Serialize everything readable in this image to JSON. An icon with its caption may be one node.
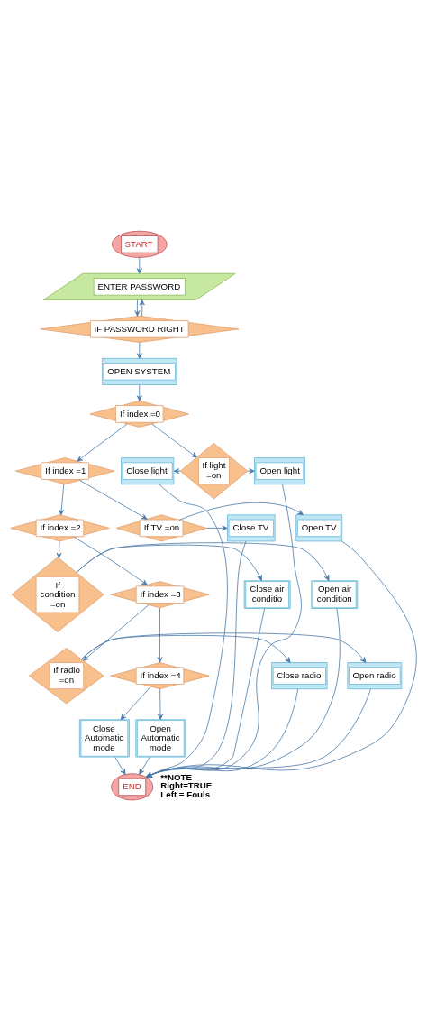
{
  "diagram": {
    "nodes": [
      {
        "text": [
          "START"
        ]
      },
      {
        "text": [
          "ENTER PASSWORD"
        ]
      },
      {
        "text": [
          "IF PASSWORD RIGHT"
        ]
      },
      {
        "text": [
          "OPEN SYSTEM"
        ]
      },
      {
        "text": [
          "If index =0"
        ]
      },
      {
        "text": [
          "Close light"
        ]
      },
      {
        "text": [
          "If light =on"
        ]
      },
      {
        "text": [
          "Open light"
        ]
      },
      {
        "text": [
          "If index =1"
        ]
      },
      {
        "text": [
          "Close TV"
        ]
      },
      {
        "text": [
          "If TV =on"
        ]
      },
      {
        "text": [
          "Open TV"
        ]
      },
      {
        "text": [
          "If index =2"
        ]
      },
      {
        "text": [
          "Close air conditio"
        ]
      },
      {
        "text": [
          "If condition =on"
        ]
      },
      {
        "text": [
          "Open air condition"
        ]
      },
      {
        "text": [
          "If index =3"
        ]
      },
      {
        "text": [
          "Close radio"
        ]
      },
      {
        "text": [
          "If radio =on"
        ]
      },
      {
        "text": [
          "Open radio"
        ]
      },
      {
        "text": [
          "If index =4"
        ]
      },
      {
        "text": [
          "Close Automatic mode"
        ]
      },
      {
        "text": [
          "Open Automatic mode"
        ]
      },
      {
        "text": [
          "END"
        ]
      }
    ],
    "edges": [
      {
        "from": 0,
        "to": 1,
        "arrow": "to"
      },
      {
        "from": 1,
        "to": 2,
        "arrow": "to"
      },
      {
        "from": 2,
        "to": 1,
        "arrow": "to"
      },
      {
        "from": 2,
        "to": 3,
        "arrow": "to"
      },
      {
        "from": 3,
        "to": 4,
        "arrow": "to"
      },
      {
        "from": 4,
        "to": 6,
        "arrow": "to"
      },
      {
        "from": 4,
        "to": 8,
        "arrow": "to"
      },
      {
        "from": 6,
        "to": 5,
        "arrow": "to"
      },
      {
        "from": 6,
        "to": 7,
        "arrow": "to"
      },
      {
        "from": 8,
        "to": 10,
        "arrow": "to"
      },
      {
        "from": 8,
        "to": 12,
        "arrow": "to"
      },
      {
        "from": 10,
        "to": 9,
        "arrow": "to"
      },
      {
        "from": 10,
        "to": 11,
        "arrow": "to"
      },
      {
        "from": 12,
        "to": 14,
        "arrow": "to"
      },
      {
        "from": 12,
        "to": 16,
        "arrow": "to"
      },
      {
        "from": 14,
        "to": 13,
        "arrow": "to"
      },
      {
        "from": 14,
        "to": 15,
        "arrow": "to"
      },
      {
        "from": 16,
        "to": 18,
        "arrow": "to"
      },
      {
        "from": 16,
        "to": 20,
        "arrow": "to"
      },
      {
        "from": 18,
        "to": 17,
        "arrow": "to"
      },
      {
        "from": 18,
        "to": 19,
        "arrow": "to"
      },
      {
        "from": 20,
        "to": 21,
        "arrow": "to"
      },
      {
        "from": 20,
        "to": 22,
        "arrow": "to"
      },
      {
        "from": 5,
        "to": 23,
        "arrow": "to"
      },
      {
        "from": 7,
        "to": 23,
        "arrow": "to"
      },
      {
        "from": 9,
        "to": 23,
        "arrow": "to"
      },
      {
        "from": 11,
        "to": 23,
        "arrow": "to"
      },
      {
        "from": 13,
        "to": 23,
        "arrow": "to"
      },
      {
        "from": 15,
        "to": 23,
        "arrow": "to"
      },
      {
        "from": 17,
        "to": 23,
        "arrow": "to"
      },
      {
        "from": 19,
        "to": 23,
        "arrow": "to"
      },
      {
        "from": 21,
        "to": 23,
        "arrow": "to"
      },
      {
        "from": 22,
        "to": 23,
        "arrow": "to"
      }
    ],
    "labels": [
      "**NOTE",
      "Right=TRUE",
      "Left = Fouls"
    ]
  }
}
